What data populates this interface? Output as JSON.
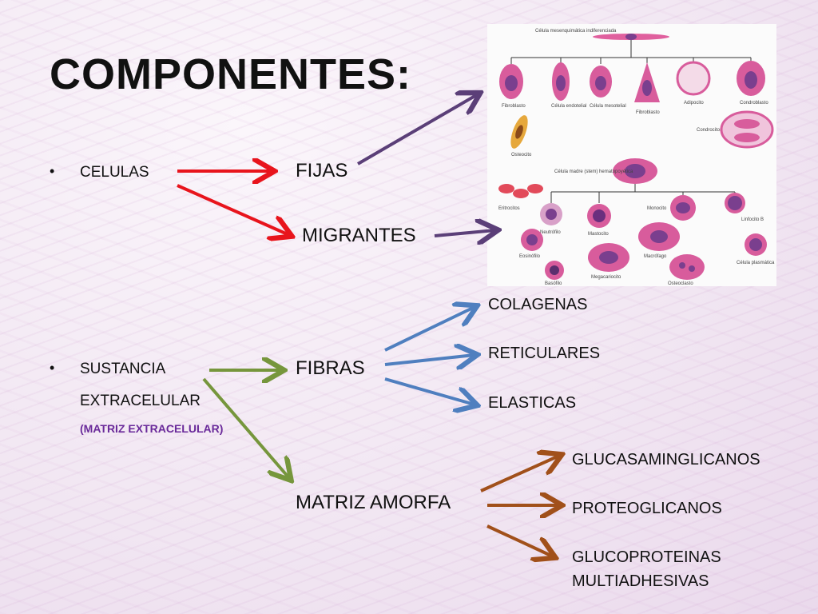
{
  "title": "COMPONENTES:",
  "bullets": [
    "•",
    "•"
  ],
  "celulas": {
    "label": "CELULAS",
    "fijas": "FIJAS",
    "migrantes": "MIGRANTES"
  },
  "sustancia": {
    "label_line1": "SUSTANCIA",
    "label_line2": "EXTRACELULAR",
    "note": "(MATRIZ EXTRACELULAR)",
    "fibras": {
      "label": "FIBRAS",
      "items": [
        "COLAGENAS",
        "RETICULARES",
        "ELASTICAS"
      ]
    },
    "matriz": {
      "label": "MATRIZ AMORFA",
      "items": [
        "GLUCASAMINGLICANOS",
        "PROTEOGLICANOS",
        "GLUCOPROTEINAS",
        "MULTIADHESIVAS"
      ]
    }
  },
  "colors": {
    "red_arrow": "#e8141c",
    "purple_arrow": "#5b3f78",
    "blue_arrow": "#4f7fbf",
    "green_arrow": "#76963c",
    "brown_arrow": "#a1501a",
    "cell_fill": "#d85c9c",
    "nucleus_fill": "#7a3f8e"
  },
  "figure_fixed": {
    "labels": [
      "Célula mesenquimática indiferenciada",
      "Fibroblasto",
      "Célula endotelial",
      "Célula mesotelial",
      "Fibroblasto",
      "Adipocito",
      "Condroblasto",
      "Osteocito",
      "Condrocitos"
    ]
  },
  "figure_migrant": {
    "labels": [
      "Célula madre (stem) hematopoyética",
      "Eritrocitos",
      "Neutrófilo",
      "Mastocito",
      "Monocito",
      "Linfocito B",
      "Eosinófilo",
      "Macrófago",
      "Célula plasmática",
      "Basófilo",
      "Megacariocito",
      "Osteoclasto"
    ]
  }
}
